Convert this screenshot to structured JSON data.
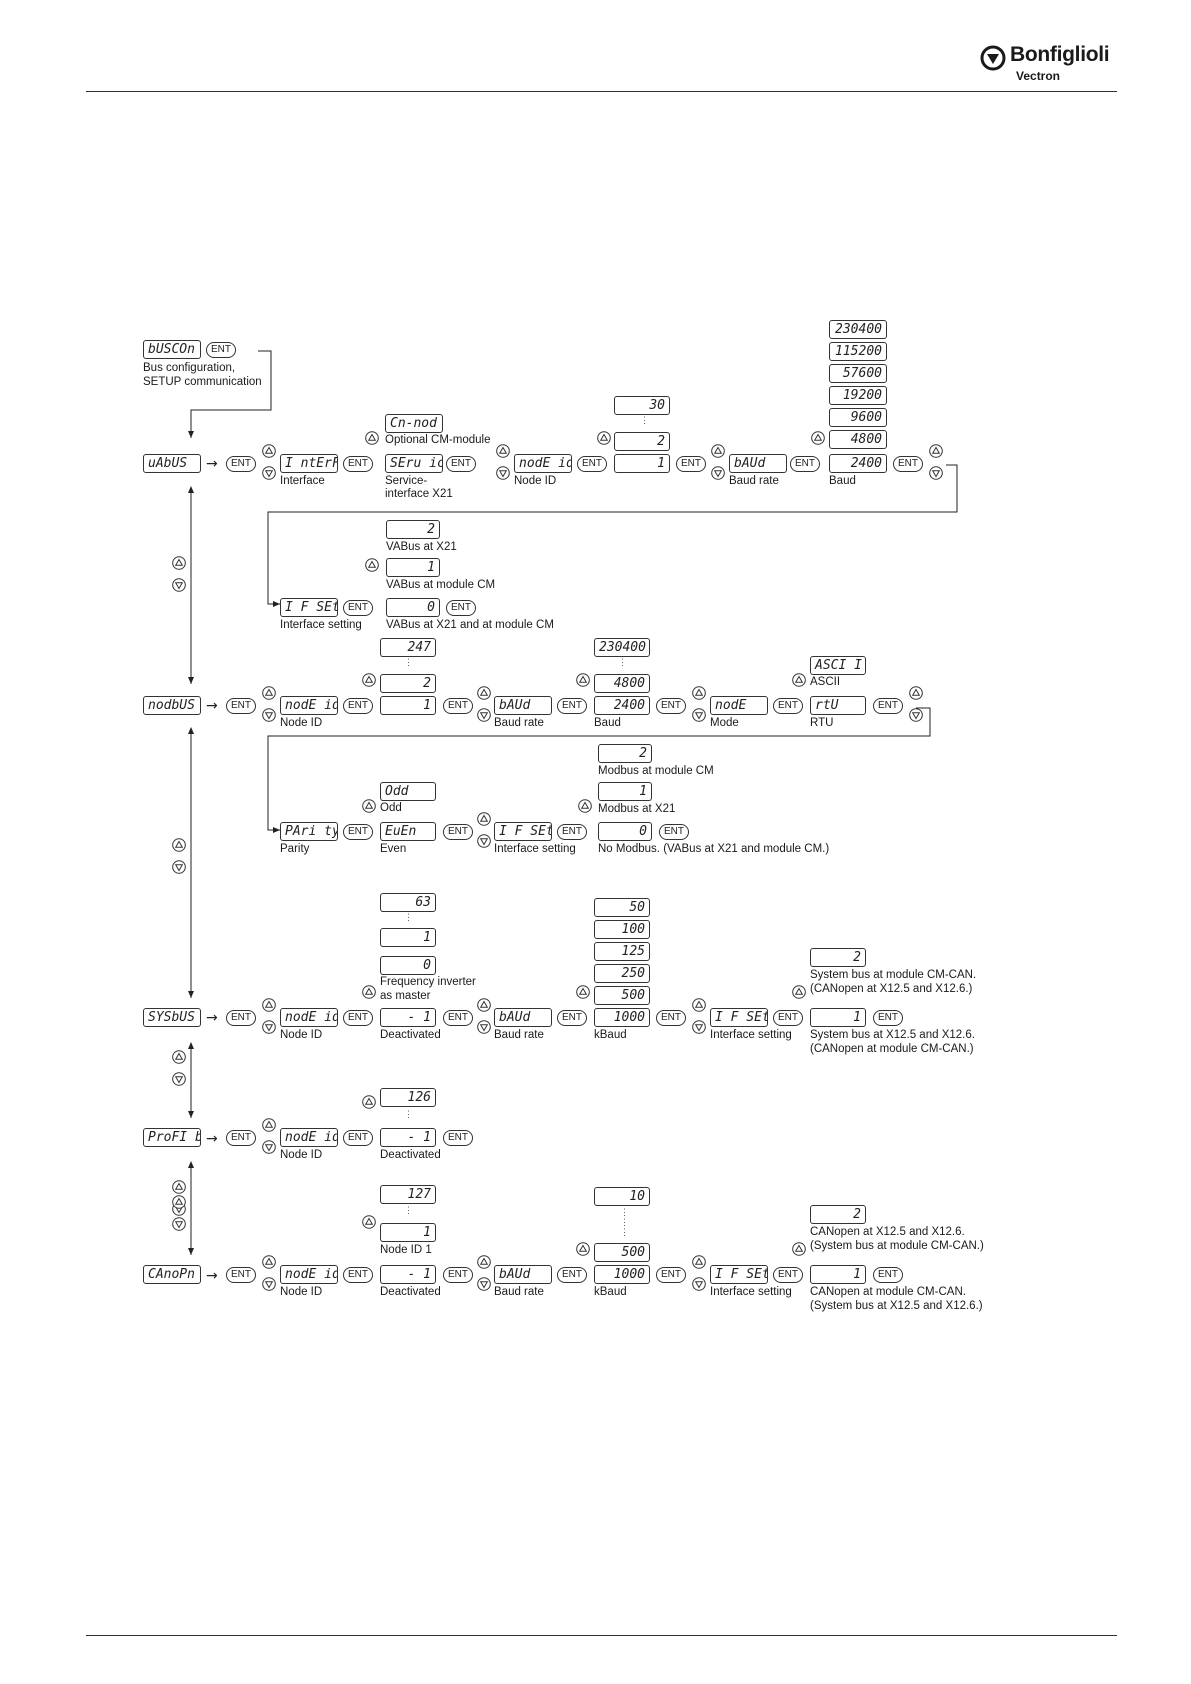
{
  "brand": {
    "name": "Bonfiglioli",
    "sub": "Vectron"
  },
  "icons": {
    "logo": "bonfiglioli-logo-icon",
    "up": "arrow-up-icon",
    "down": "arrow-down-icon",
    "enter": "ent-key"
  },
  "ent": "ENT",
  "ellipsis": "⋮",
  "root": {
    "display": "bUSCOn",
    "label1": "Bus configuration,",
    "label2": "SETUP communication"
  },
  "vabus": {
    "display": "uAbUS",
    "interf": {
      "display": "I ntErF",
      "label": "Interface"
    },
    "cm_mod": {
      "display": "Cn-nod",
      "label": "Optional CM-module"
    },
    "service": {
      "display": "SEru ic",
      "label1": "Service-",
      "label2": "interface X21"
    },
    "node_id": {
      "display": "nodE id",
      "label": "Node ID",
      "values": [
        "30",
        "2",
        "1"
      ]
    },
    "baud": {
      "display": "bAUd",
      "label": "Baud rate",
      "value_label": "Baud",
      "values": [
        "230400",
        "115200",
        "57600",
        "19200",
        "9600",
        "4800",
        "2400"
      ]
    },
    "if_set": {
      "display": "I F SEt",
      "label": "Interface setting",
      "options": [
        {
          "value": "2",
          "label": "VABus at X21"
        },
        {
          "value": "1",
          "label": "VABus at module CM"
        },
        {
          "value": "0",
          "label": "VABus at X21 and at module CM"
        }
      ]
    }
  },
  "modbus": {
    "display": "nodbUS",
    "node_id": {
      "display": "nodE id",
      "label": "Node ID",
      "values": [
        "247",
        "2",
        "1"
      ]
    },
    "baud": {
      "display": "bAUd",
      "label": "Baud rate",
      "value_label": "Baud",
      "values": [
        "230400",
        "4800",
        "2400"
      ]
    },
    "mode": {
      "display": "nodE",
      "label": "Mode",
      "options": [
        {
          "value": "ASCI I",
          "label": "ASCII"
        },
        {
          "value": "rtU",
          "label": "RTU"
        }
      ]
    },
    "parity": {
      "display": "PAri ty",
      "label": "Parity",
      "options": [
        {
          "value": "Odd",
          "label": "Odd"
        },
        {
          "value": "EuEn",
          "label": "Even"
        }
      ]
    },
    "if_set": {
      "display": "I F SEt",
      "label": "Interface setting",
      "options": [
        {
          "value": "2",
          "label": "Modbus at module CM"
        },
        {
          "value": "1",
          "label": "Modbus at X21"
        },
        {
          "value": "0",
          "label": "No Modbus. (VABus at X21 and module CM.)"
        }
      ]
    }
  },
  "sysbus": {
    "display": "SYSbUS",
    "node_id": {
      "display": "nodE id",
      "label": "Node ID",
      "values": [
        "63",
        "1",
        "0",
        "- 1"
      ],
      "label_master1": "Frequency inverter",
      "label_master2": "as master",
      "label_deact": "Deactivated"
    },
    "baud": {
      "display": "bAUd",
      "label": "Baud rate",
      "value_label": "kBaud",
      "values": [
        "50",
        "100",
        "125",
        "250",
        "500",
        "1000"
      ]
    },
    "if_set": {
      "display": "I F SEt",
      "label": "Interface setting",
      "options": [
        {
          "value": "2",
          "label1": "System bus at module CM-CAN.",
          "label2": "(CANopen at X12.5 and X12.6.)"
        },
        {
          "value": "1",
          "label1": "System bus at X12.5 and X12.6.",
          "label2": "(CANopen at module CM-CAN.)"
        }
      ]
    }
  },
  "profibus": {
    "display": "ProFI b",
    "node_id": {
      "display": "nodE id",
      "label": "Node ID",
      "values": [
        "126",
        "- 1"
      ],
      "label_deact": "Deactivated"
    }
  },
  "canopen": {
    "display": "CAnoPn",
    "node_id": {
      "display": "nodE id",
      "label": "Node ID",
      "values": [
        "127",
        "1",
        "- 1"
      ],
      "label_one": "Node ID 1",
      "label_deact": "Deactivated"
    },
    "baud": {
      "display": "bAUd",
      "label": "Baud rate",
      "value_label": "kBaud",
      "values": [
        "10",
        "500",
        "1000"
      ]
    },
    "if_set": {
      "display": "I F SEt",
      "label": "Interface setting",
      "options": [
        {
          "value": "2",
          "label1": "CANopen at X12.5 and X12.6.",
          "label2": "(System bus at module CM-CAN.)"
        },
        {
          "value": "1",
          "label1": "CANopen at module CM-CAN.",
          "label2": "(System bus at X12.5 and X12.6.)"
        }
      ]
    }
  }
}
